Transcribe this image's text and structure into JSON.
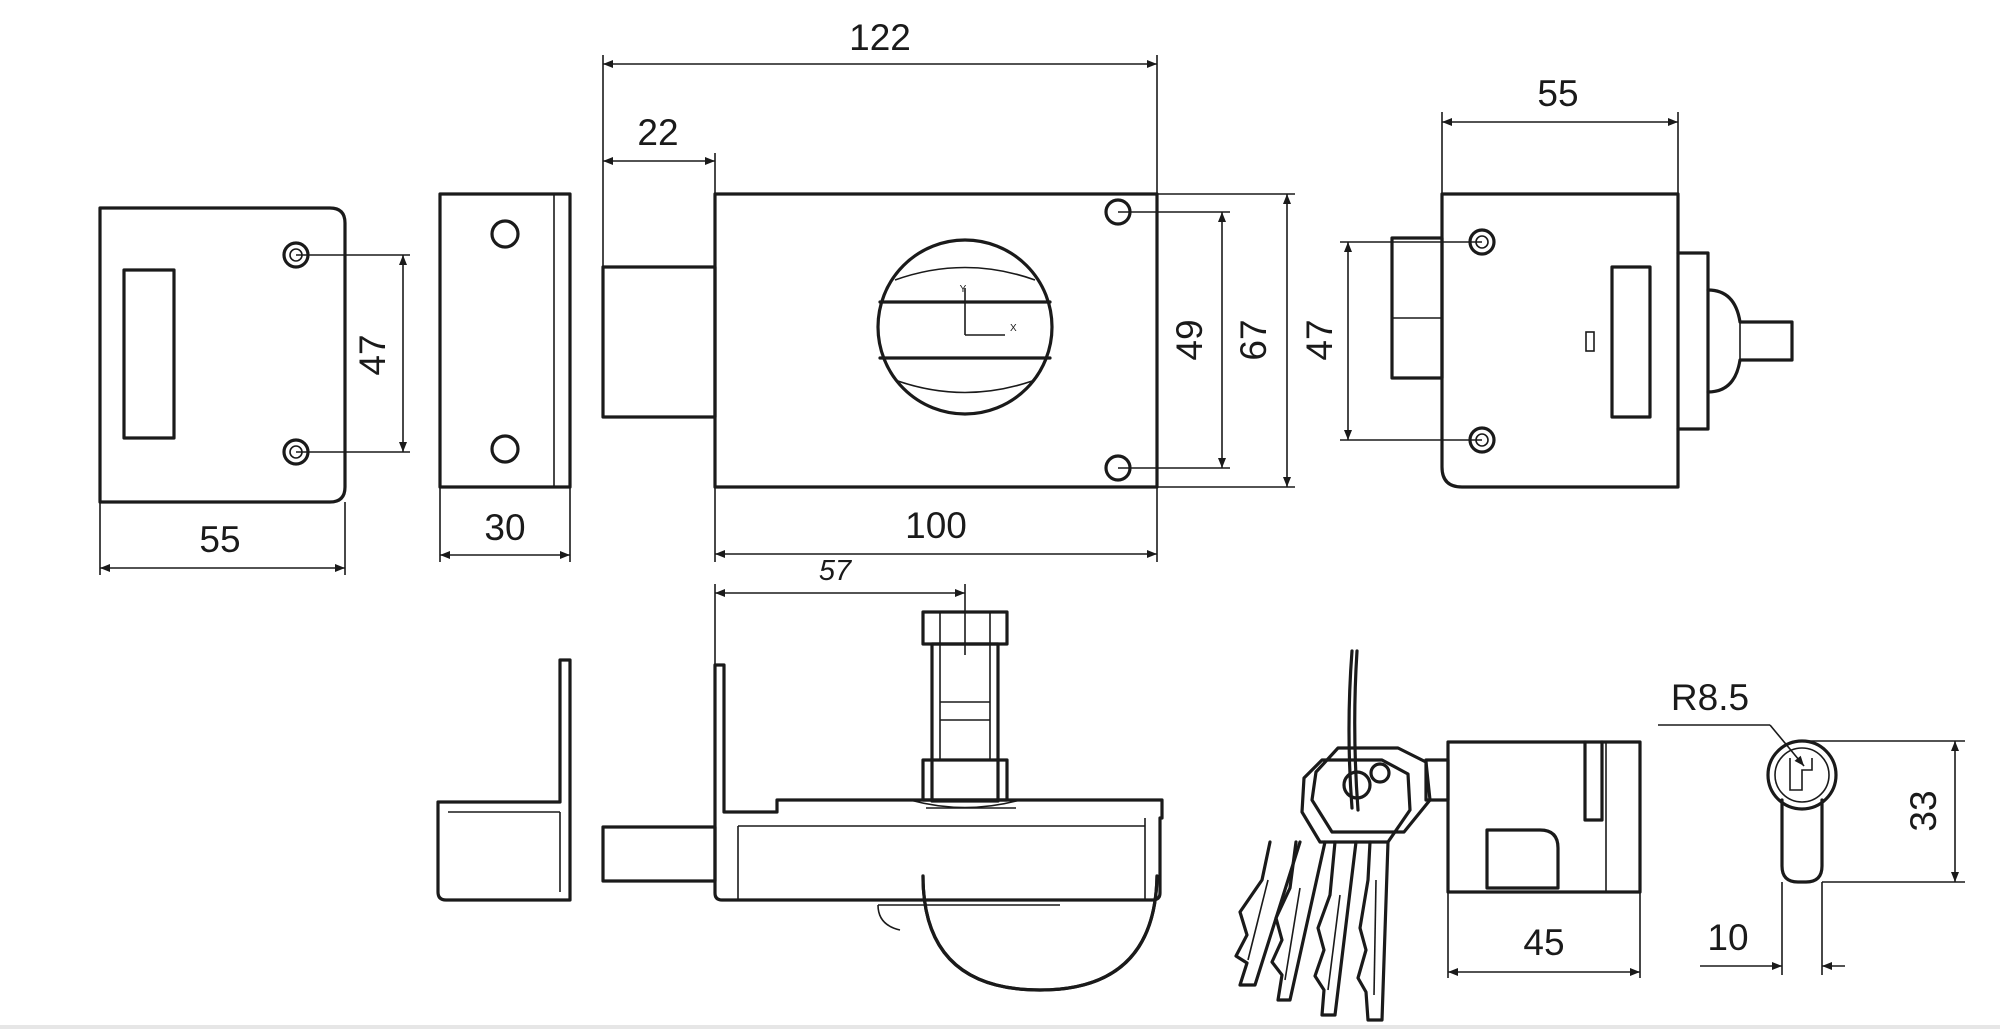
{
  "dimensions": {
    "strike_plate_width": "55",
    "strike_plate_hole_spacing": "47",
    "strike_depth": "30",
    "overall_length": "122",
    "bolt_projection": "22",
    "body_length": "100",
    "body_inner_hole_spacing": "49",
    "body_height": "67",
    "back_plate_hole_spacing": "47",
    "back_plate_width": "55",
    "cylinder_offset": "57",
    "cylinder_radius": "R8.5",
    "cylinder_height": "33",
    "cylinder_length": "45",
    "cylinder_cam_width": "10"
  },
  "axis_glyph": {
    "x": "X",
    "y": "Y"
  },
  "colors": {
    "line": "#1a1a1a",
    "background": "#ffffff"
  }
}
